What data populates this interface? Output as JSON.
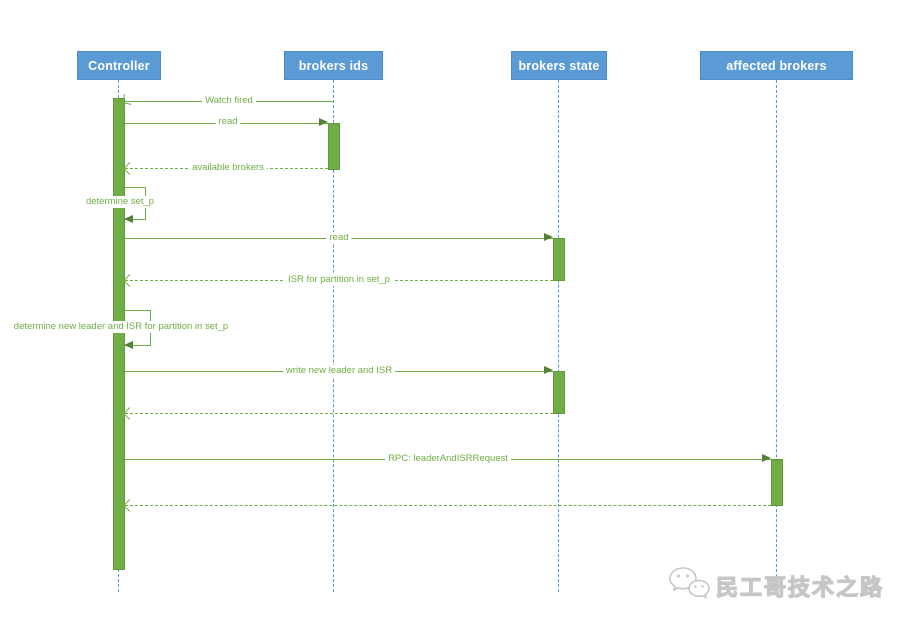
{
  "diagram": {
    "type": "uml-sequence",
    "participants": [
      {
        "name": "Controller"
      },
      {
        "name": "brokers ids"
      },
      {
        "name": "brokers state"
      },
      {
        "name": "affected brokers"
      }
    ],
    "messages": [
      {
        "label": "Watch fired",
        "kind": "async-open-arrow",
        "from": "brokers ids",
        "to": "Controller"
      },
      {
        "label": "read",
        "kind": "call",
        "from": "Controller",
        "to": "brokers ids"
      },
      {
        "label": "available brokers",
        "kind": "dashed-return",
        "from": "brokers ids",
        "to": "Controller"
      },
      {
        "label": "determine set_p",
        "kind": "self-message",
        "from": "Controller",
        "to": "Controller"
      },
      {
        "label": "read",
        "kind": "call",
        "from": "Controller",
        "to": "brokers state"
      },
      {
        "label": "ISR for partition in set_p",
        "kind": "dashed-return",
        "from": "brokers state",
        "to": "Controller"
      },
      {
        "label": "determine new leader and ISR for partition in set_p",
        "kind": "self-message",
        "from": "Controller",
        "to": "Controller"
      },
      {
        "label": "write new leader and ISR",
        "kind": "call",
        "from": "Controller",
        "to": "brokers state"
      },
      {
        "label": "",
        "kind": "dashed-return",
        "from": "brokers state",
        "to": "Controller"
      },
      {
        "label": "RPC: leaderAndISRRequest",
        "kind": "call",
        "from": "Controller",
        "to": "affected brokers"
      },
      {
        "label": "",
        "kind": "dashed-return",
        "from": "affected brokers",
        "to": "Controller"
      }
    ],
    "colors": {
      "participant_fill": "#5b9bd5",
      "participant_text": "#ffffff",
      "lifeline": "#5b9bd5",
      "activation_fill": "#70ad47",
      "activation_border": "#5f9a3a",
      "message_line": "#70ad47",
      "arrowhead": "#538135",
      "watermark": "#c6c6c6"
    }
  },
  "watermark": {
    "text": "民工哥技术之路",
    "icon": "wechat-icon"
  }
}
